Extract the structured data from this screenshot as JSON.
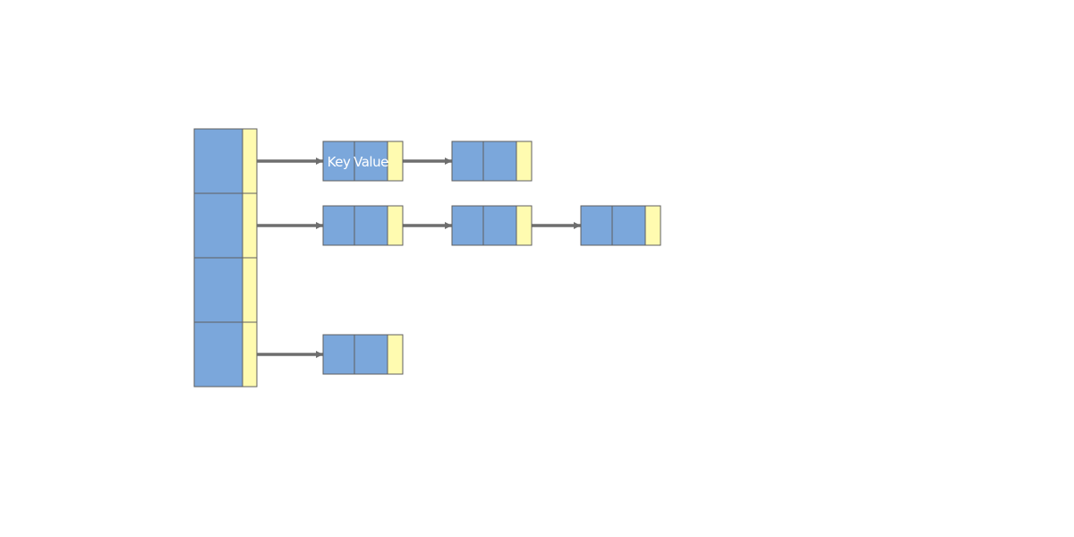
{
  "colors": {
    "cell_fill": "#7ba7db",
    "pointer_fill": "#fffbb0",
    "stroke": "#5f5f5f",
    "arrow": "#6e6e6e",
    "label_text": "#ffffff"
  },
  "bucket_array": {
    "bucket_count": 4
  },
  "chains": [
    {
      "bucket": 1,
      "nodes": [
        {
          "key_label": "Key",
          "value_label": "Value"
        },
        {
          "key_label": "",
          "value_label": ""
        }
      ]
    },
    {
      "bucket": 2,
      "nodes": [
        {
          "key_label": "",
          "value_label": ""
        },
        {
          "key_label": "",
          "value_label": ""
        },
        {
          "key_label": "",
          "value_label": ""
        }
      ]
    },
    {
      "bucket": 4,
      "nodes": [
        {
          "key_label": "",
          "value_label": ""
        }
      ]
    }
  ]
}
